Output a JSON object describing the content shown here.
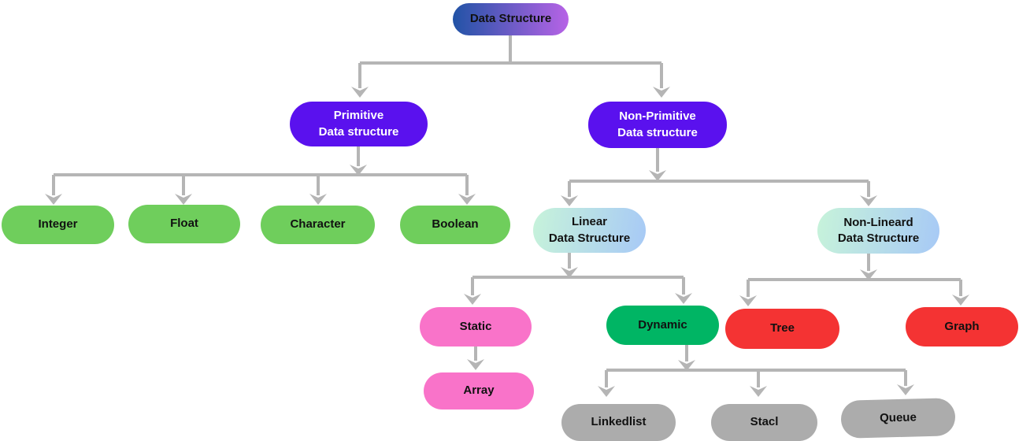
{
  "diagram_title": "Data Structure",
  "connector_color": "#b5b5b5",
  "nodes": {
    "root": {
      "label": "Data Structure",
      "bg": "linear-gradient(90deg, #2153a6, #b763e6)"
    },
    "primitive": {
      "label": "Primitive\nData structure",
      "bg": "#5a11ee"
    },
    "non_primitive": {
      "label": "Non-Primitive\nData structure",
      "bg": "#5a11ee"
    },
    "integer": {
      "label": "Integer",
      "bg": "#6fce5c"
    },
    "float": {
      "label": "Float",
      "bg": "#6fce5c"
    },
    "character": {
      "label": "Character",
      "bg": "#6fce5c"
    },
    "boolean": {
      "label": "Boolean",
      "bg": "#6fce5c"
    },
    "linear": {
      "label": "Linear\nData Structure",
      "bg": "linear-gradient(100deg, #c7f3da, #a7c9f6)"
    },
    "non_lineard": {
      "label": "Non-Lineard\nData Structure",
      "bg": "linear-gradient(100deg, #c7f3da, #a7c9f6)"
    },
    "static": {
      "label": "Static",
      "bg": "#f973c9"
    },
    "dynamic": {
      "label": "Dynamic",
      "bg": "#00b564"
    },
    "tree": {
      "label": "Tree",
      "bg": "#f43333"
    },
    "graph": {
      "label": "Graph",
      "bg": "#f43333"
    },
    "array": {
      "label": "Array",
      "bg": "#f973c9"
    },
    "linkedlist": {
      "label": "Linkedlist",
      "bg": "#acacac"
    },
    "stacl": {
      "label": "Stacl",
      "bg": "#acacac"
    },
    "queue": {
      "label": "Queue",
      "bg": "#acacac"
    }
  }
}
